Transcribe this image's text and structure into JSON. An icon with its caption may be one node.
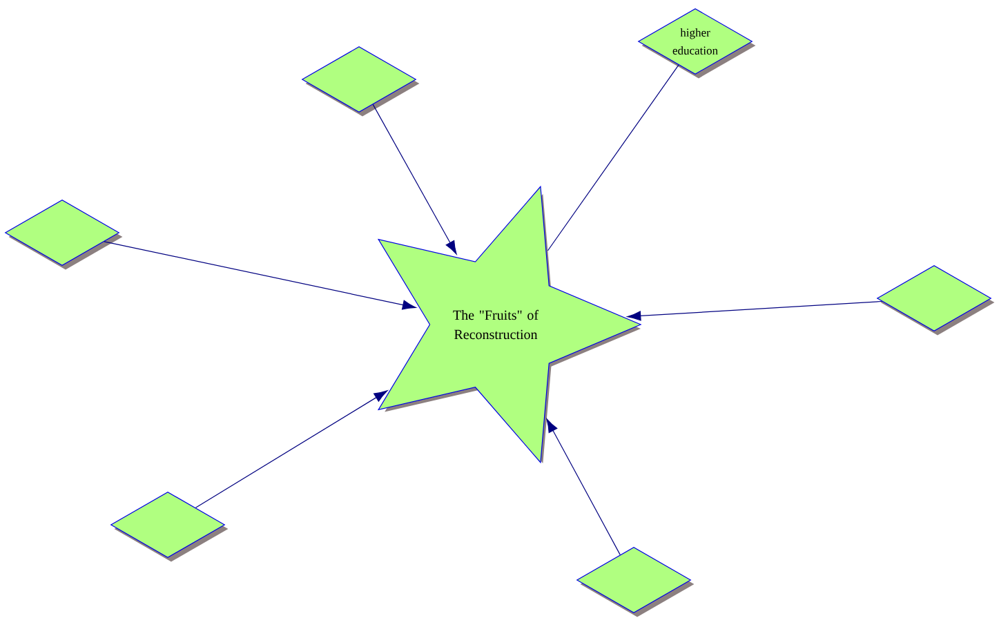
{
  "diagram": {
    "nodes": [
      {
        "text": [],
        "shape": "diamond"
      },
      {
        "text": [
          "higher education"
        ]
      },
      {
        "text": [],
        "shape": "diamond"
      },
      {
        "text": [
          "The \"Fruits\" of Reconstruction"
        ]
      },
      {
        "text": [],
        "shape": "diamond"
      },
      {
        "text": [],
        "shape": "diamond"
      },
      {
        "text": [],
        "shape": "diamond"
      }
    ],
    "edges": [
      {
        "from": 0,
        "to": 3,
        "arrow": "to"
      },
      {
        "from": 1,
        "to": 3,
        "arrow": "none"
      },
      {
        "from": 2,
        "to": 3,
        "arrow": "to"
      },
      {
        "from": 4,
        "to": 3,
        "arrow": "to"
      },
      {
        "from": 5,
        "to": 3,
        "arrow": "to"
      },
      {
        "from": 6,
        "to": 3,
        "arrow": "to"
      }
    ]
  }
}
